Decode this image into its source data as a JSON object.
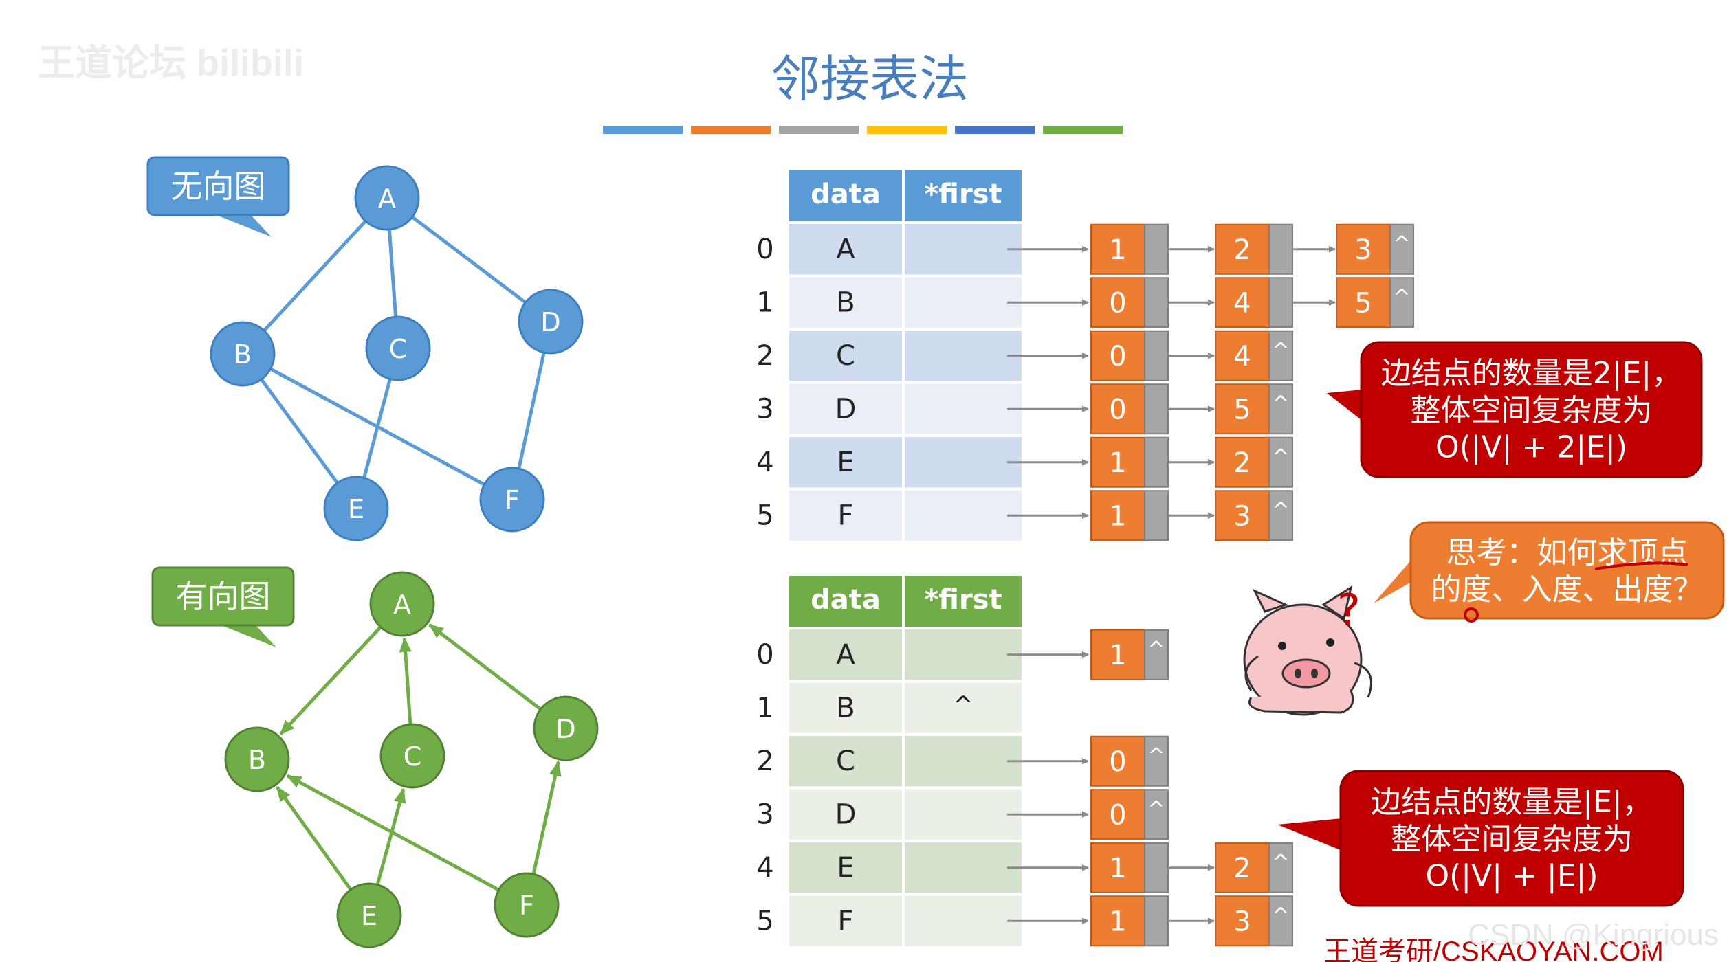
{
  "watermark_left": "王道论坛 bilibili",
  "title": "邻接表法",
  "colors": {
    "blue_node": "#5b9bd5",
    "blue_stroke": "#3d7fc0",
    "green_node": "#70ad47",
    "green_stroke": "#548235",
    "header_blue": "#5b9bd5",
    "row_blue_a": "#cfdcef",
    "row_blue_b": "#e9eef7",
    "header_green": "#70ad47",
    "row_green_a": "#d5e2cd",
    "row_green_b": "#eaf0e6",
    "orange": "#ed7d31",
    "gray_cell": "#a6a6a6",
    "red_callout": "#c00000",
    "title_color": "#4a7fbf",
    "title_bars": [
      "#5b9bd5",
      "#ed7d31",
      "#a5a5a5",
      "#ffc000",
      "#4472c4",
      "#70ad47"
    ]
  },
  "undirected": {
    "label": "无向图",
    "nodes": [
      "A",
      "B",
      "C",
      "D",
      "E",
      "F"
    ],
    "edges": [
      [
        "A",
        "B"
      ],
      [
        "A",
        "C"
      ],
      [
        "A",
        "D"
      ],
      [
        "B",
        "E"
      ],
      [
        "B",
        "F"
      ],
      [
        "C",
        "E"
      ],
      [
        "D",
        "F"
      ]
    ],
    "table": {
      "headers": [
        "data",
        "*first"
      ],
      "rows": [
        {
          "index": "0",
          "data": "A",
          "first": "",
          "list": [
            "1",
            "2",
            "3"
          ]
        },
        {
          "index": "1",
          "data": "B",
          "first": "",
          "list": [
            "0",
            "4",
            "5"
          ]
        },
        {
          "index": "2",
          "data": "C",
          "first": "",
          "list": [
            "0",
            "4"
          ]
        },
        {
          "index": "3",
          "data": "D",
          "first": "",
          "list": [
            "0",
            "5"
          ]
        },
        {
          "index": "4",
          "data": "E",
          "first": "",
          "list": [
            "1",
            "2"
          ]
        },
        {
          "index": "5",
          "data": "F",
          "first": "",
          "list": [
            "1",
            "3"
          ]
        }
      ]
    },
    "callout": [
      "边结点的数量是2|E|，",
      "整体空间复杂度为",
      "O(|V| + 2|E|)"
    ]
  },
  "directed": {
    "label": "有向图",
    "nodes": [
      "A",
      "B",
      "C",
      "D",
      "E",
      "F"
    ],
    "edges": [
      [
        "A",
        "B"
      ],
      [
        "C",
        "A"
      ],
      [
        "D",
        "A"
      ],
      [
        "E",
        "B"
      ],
      [
        "E",
        "C"
      ],
      [
        "F",
        "B"
      ],
      [
        "F",
        "D"
      ]
    ],
    "table": {
      "headers": [
        "data",
        "*first"
      ],
      "rows": [
        {
          "index": "0",
          "data": "A",
          "first": "",
          "list": [
            "1"
          ]
        },
        {
          "index": "1",
          "data": "B",
          "first": "^",
          "list": []
        },
        {
          "index": "2",
          "data": "C",
          "first": "",
          "list": [
            "0"
          ]
        },
        {
          "index": "3",
          "data": "D",
          "first": "",
          "list": [
            "0"
          ]
        },
        {
          "index": "4",
          "data": "E",
          "first": "",
          "list": [
            "1",
            "2"
          ]
        },
        {
          "index": "5",
          "data": "F",
          "first": "",
          "list": [
            "1",
            "3"
          ]
        }
      ]
    },
    "callout": [
      "边结点的数量是|E|，",
      "整体空间复杂度为",
      "O(|V| + |E|)"
    ]
  },
  "null_symbol": "^",
  "think_callout": [
    "思考：如何求顶点",
    "的度、入度、出度？"
  ],
  "question_mark": "?",
  "footer_left": "王道考研/CSKAOYAN.COM",
  "footer_right": "CSDN @Kingrious"
}
